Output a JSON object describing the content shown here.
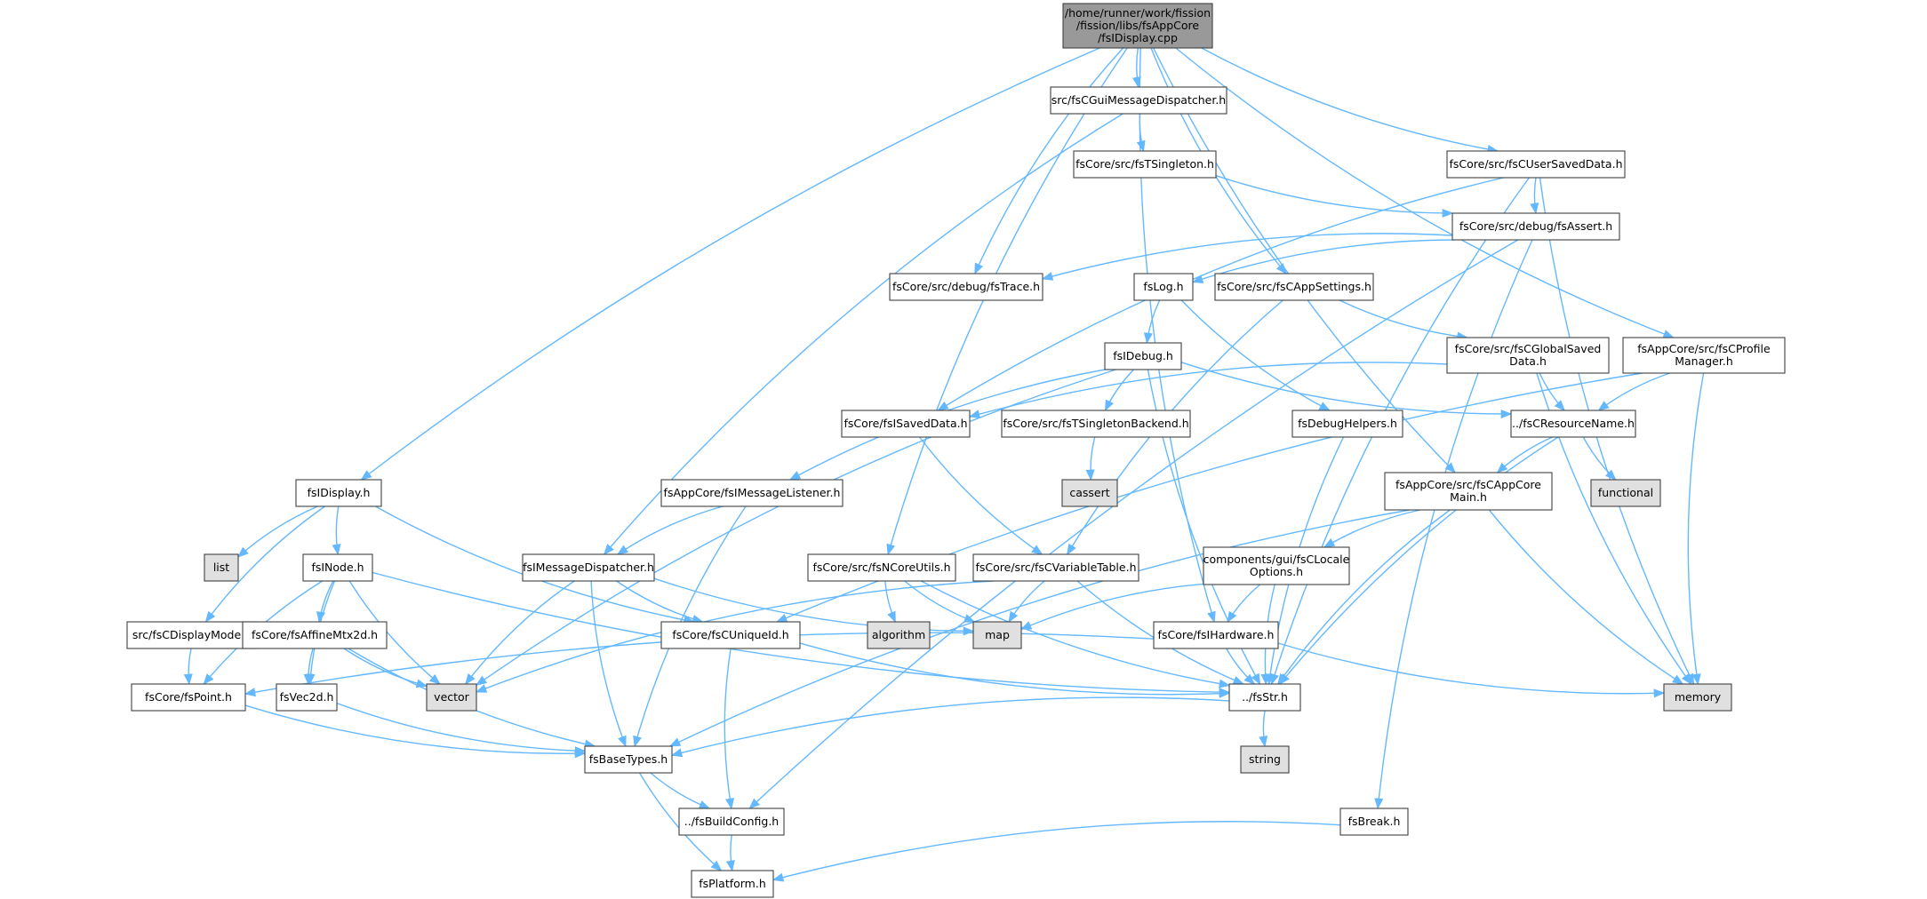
{
  "colors": {
    "edge": "#63b8ff",
    "box_border": "#404040",
    "box_fill": "#ffffff",
    "root_fill": "#999999",
    "system_fill": "#e0e0e0",
    "text": "#000000"
  },
  "nodes": [
    {
      "id": "root",
      "lines": [
        "/home/runner/work/fission",
        "/fission/libs/fsAppCore",
        "/fsIDisplay.cpp"
      ],
      "kind": "root"
    },
    {
      "id": "guiMsgDisp",
      "lines": [
        "src/fsCGuiMessageDispatcher.h"
      ],
      "kind": "file"
    },
    {
      "id": "tsingleton",
      "lines": [
        "fsCore/src/fsTSingleton.h"
      ],
      "kind": "file"
    },
    {
      "id": "userSaved",
      "lines": [
        "fsCore/src/fsCUserSavedData.h"
      ],
      "kind": "file"
    },
    {
      "id": "assert",
      "lines": [
        "fsCore/src/debug/fsAssert.h"
      ],
      "kind": "file"
    },
    {
      "id": "trace",
      "lines": [
        "fsCore/src/debug/fsTrace.h"
      ],
      "kind": "file"
    },
    {
      "id": "log",
      "lines": [
        "fsLog.h"
      ],
      "kind": "file"
    },
    {
      "id": "appSettings",
      "lines": [
        "fsCore/src/fsCAppSettings.h"
      ],
      "kind": "file"
    },
    {
      "id": "globalSaved",
      "lines": [
        "fsCore/src/fsCGlobalSaved",
        "Data.h"
      ],
      "kind": "file"
    },
    {
      "id": "profileMgr",
      "lines": [
        "fsAppCore/src/fsCProfile",
        "Manager.h"
      ],
      "kind": "file"
    },
    {
      "id": "idebug",
      "lines": [
        "fsIDebug.h"
      ],
      "kind": "file"
    },
    {
      "id": "isaved",
      "lines": [
        "fsCore/fsISavedData.h"
      ],
      "kind": "file"
    },
    {
      "id": "tsingBackend",
      "lines": [
        "fsCore/src/fsTSingletonBackend.h"
      ],
      "kind": "file"
    },
    {
      "id": "debugHelpers",
      "lines": [
        "fsDebugHelpers.h"
      ],
      "kind": "file"
    },
    {
      "id": "resName",
      "lines": [
        "../fsCResourceName.h"
      ],
      "kind": "file"
    },
    {
      "id": "cassert",
      "lines": [
        "cassert"
      ],
      "kind": "system"
    },
    {
      "id": "functional",
      "lines": [
        "functional"
      ],
      "kind": "system"
    },
    {
      "id": "idisplay",
      "lines": [
        "fsIDisplay.h"
      ],
      "kind": "file"
    },
    {
      "id": "msgListener",
      "lines": [
        "fsAppCore/fsIMessageListener.h"
      ],
      "kind": "file"
    },
    {
      "id": "appCoreMain",
      "lines": [
        "fsAppCore/src/fsCAppCore",
        "Main.h"
      ],
      "kind": "file"
    },
    {
      "id": "list",
      "lines": [
        "list"
      ],
      "kind": "system"
    },
    {
      "id": "inode",
      "lines": [
        "fsINode.h"
      ],
      "kind": "file"
    },
    {
      "id": "imsgDisp",
      "lines": [
        "fsIMessageDispatcher.h"
      ],
      "kind": "file"
    },
    {
      "id": "ncoreUtils",
      "lines": [
        "fsCore/src/fsNCoreUtils.h"
      ],
      "kind": "file"
    },
    {
      "id": "varTable",
      "lines": [
        "fsCore/src/fsCVariableTable.h"
      ],
      "kind": "file"
    },
    {
      "id": "localeOpts",
      "lines": [
        "components/gui/fsCLocale",
        "Options.h"
      ],
      "kind": "file"
    },
    {
      "id": "displayMode",
      "lines": [
        "src/fsCDisplayMode.h"
      ],
      "kind": "file"
    },
    {
      "id": "affine",
      "lines": [
        "fsCore/fsAffineMtx2d.h"
      ],
      "kind": "file"
    },
    {
      "id": "uniqueId",
      "lines": [
        "fsCore/fsCUniqueId.h"
      ],
      "kind": "file"
    },
    {
      "id": "algorithm",
      "lines": [
        "algorithm"
      ],
      "kind": "system"
    },
    {
      "id": "map",
      "lines": [
        "map"
      ],
      "kind": "system"
    },
    {
      "id": "ihardware",
      "lines": [
        "fsCore/fsIHardware.h"
      ],
      "kind": "file"
    },
    {
      "id": "vector",
      "lines": [
        "vector"
      ],
      "kind": "system"
    },
    {
      "id": "memory",
      "lines": [
        "memory"
      ],
      "kind": "system"
    },
    {
      "id": "point",
      "lines": [
        "fsCore/fsPoint.h"
      ],
      "kind": "file"
    },
    {
      "id": "vec2d",
      "lines": [
        "fsVec2d.h"
      ],
      "kind": "file"
    },
    {
      "id": "str",
      "lines": [
        "../fsStr.h"
      ],
      "kind": "file"
    },
    {
      "id": "string",
      "lines": [
        "string"
      ],
      "kind": "system"
    },
    {
      "id": "baseTypes",
      "lines": [
        "fsBaseTypes.h"
      ],
      "kind": "file"
    },
    {
      "id": "buildConfig",
      "lines": [
        "../fsBuildConfig.h"
      ],
      "kind": "file"
    },
    {
      "id": "break",
      "lines": [
        "fsBreak.h"
      ],
      "kind": "file"
    },
    {
      "id": "platform",
      "lines": [
        "fsPlatform.h"
      ],
      "kind": "file"
    }
  ],
  "edges": [
    [
      "root",
      "guiMsgDisp"
    ],
    [
      "root",
      "userSaved"
    ],
    [
      "root",
      "trace"
    ],
    [
      "root",
      "appSettings"
    ],
    [
      "root",
      "profileMgr"
    ],
    [
      "root",
      "idisplay"
    ],
    [
      "root",
      "appCoreMain"
    ],
    [
      "root",
      "ncoreUtils"
    ],
    [
      "root",
      "ihardware"
    ],
    [
      "guiMsgDisp",
      "tsingleton"
    ],
    [
      "guiMsgDisp",
      "imsgDisp"
    ],
    [
      "tsingleton",
      "assert"
    ],
    [
      "userSaved",
      "assert"
    ],
    [
      "userSaved",
      "isaved"
    ],
    [
      "userSaved",
      "str"
    ],
    [
      "userSaved",
      "memory"
    ],
    [
      "assert",
      "trace"
    ],
    [
      "assert",
      "log"
    ],
    [
      "assert",
      "buildConfig"
    ],
    [
      "assert",
      "break"
    ],
    [
      "log",
      "idebug"
    ],
    [
      "log",
      "debugHelpers"
    ],
    [
      "appSettings",
      "globalSaved"
    ],
    [
      "appSettings",
      "varTable"
    ],
    [
      "globalSaved",
      "isaved"
    ],
    [
      "globalSaved",
      "resName"
    ],
    [
      "globalSaved",
      "memory"
    ],
    [
      "profileMgr",
      "resName"
    ],
    [
      "profileMgr",
      "uniqueId"
    ],
    [
      "profileMgr",
      "memory"
    ],
    [
      "idebug",
      "msgListener"
    ],
    [
      "idebug",
      "tsingBackend"
    ],
    [
      "idebug",
      "resName"
    ],
    [
      "idebug",
      "vector"
    ],
    [
      "idebug",
      "str"
    ],
    [
      "isaved",
      "varTable"
    ],
    [
      "tsingBackend",
      "cassert"
    ],
    [
      "debugHelpers",
      "str"
    ],
    [
      "resName",
      "functional"
    ],
    [
      "resName",
      "appCoreMain"
    ],
    [
      "resName",
      "str"
    ],
    [
      "idisplay",
      "list"
    ],
    [
      "idisplay",
      "inode"
    ],
    [
      "idisplay",
      "displayMode"
    ],
    [
      "idisplay",
      "uniqueId"
    ],
    [
      "msgListener",
      "imsgDisp"
    ],
    [
      "msgListener",
      "baseTypes"
    ],
    [
      "appCoreMain",
      "localeOpts"
    ],
    [
      "appCoreMain",
      "str"
    ],
    [
      "appCoreMain",
      "memory"
    ],
    [
      "appCoreMain",
      "baseTypes"
    ],
    [
      "inode",
      "affine"
    ],
    [
      "inode",
      "vec2d"
    ],
    [
      "inode",
      "point"
    ],
    [
      "inode",
      "vector"
    ],
    [
      "inode",
      "str"
    ],
    [
      "imsgDisp",
      "uniqueId"
    ],
    [
      "imsgDisp",
      "map"
    ],
    [
      "imsgDisp",
      "vector"
    ],
    [
      "imsgDisp",
      "baseTypes"
    ],
    [
      "ncoreUtils",
      "algorithm"
    ],
    [
      "ncoreUtils",
      "map"
    ],
    [
      "ncoreUtils",
      "str"
    ],
    [
      "varTable",
      "map"
    ],
    [
      "varTable",
      "vector"
    ],
    [
      "varTable",
      "str"
    ],
    [
      "localeOpts",
      "map"
    ],
    [
      "localeOpts",
      "ihardware"
    ],
    [
      "localeOpts",
      "str"
    ],
    [
      "displayMode",
      "point"
    ],
    [
      "affine",
      "vec2d"
    ],
    [
      "affine",
      "vector"
    ],
    [
      "affine",
      "baseTypes"
    ],
    [
      "uniqueId",
      "str"
    ],
    [
      "uniqueId",
      "buildConfig"
    ],
    [
      "ihardware",
      "point"
    ],
    [
      "ihardware",
      "str"
    ],
    [
      "ihardware",
      "memory"
    ],
    [
      "point",
      "baseTypes"
    ],
    [
      "vec2d",
      "baseTypes"
    ],
    [
      "str",
      "string"
    ],
    [
      "str",
      "baseTypes"
    ],
    [
      "baseTypes",
      "buildConfig"
    ],
    [
      "baseTypes",
      "platform"
    ],
    [
      "buildConfig",
      "platform"
    ],
    [
      "break",
      "platform"
    ]
  ]
}
